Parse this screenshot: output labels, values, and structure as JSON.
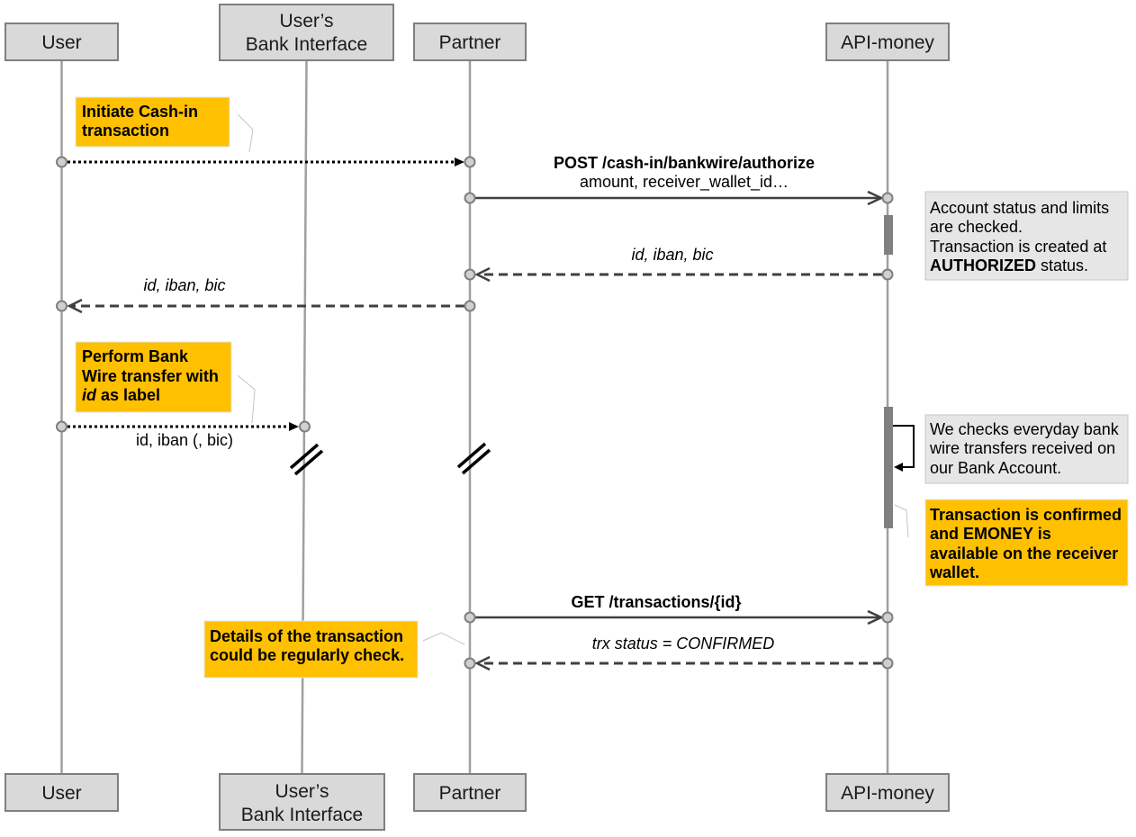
{
  "colors": {
    "participant_box": "#d9d9d9",
    "highlight_note": "#ffc000",
    "info_note": "#e6e6e6",
    "activation_bar": "#808080"
  },
  "participants": {
    "user": "User",
    "bank_interface": [
      "User’s",
      "Bank Interface"
    ],
    "partner": "Partner",
    "api_money": "API-money"
  },
  "messages": {
    "authorize_request": {
      "endpoint": "POST /cash-in/bankwire/authorize",
      "params": "amount, receiver_wallet_id…"
    },
    "authorize_response": "id, iban, bic",
    "details_to_user": "id, iban, bic",
    "bank_wire": "id, iban (, bic)",
    "get_transaction": "GET /transactions/{id}",
    "get_response": "trx status = CONFIRMED"
  },
  "notes": {
    "initiate": [
      "Initiate Cash-in",
      "transaction"
    ],
    "account_check": {
      "lines": [
        "Account status and limits",
        "are checked.",
        "Transaction is created at"
      ],
      "status_value": "AUTHORIZED",
      "status_suffix": " status."
    },
    "perform_wire": {
      "lines": [
        "Perform Bank",
        "Wire transfer with"
      ],
      "label_field": "id",
      "label_suffix": " as label"
    },
    "daily_check": [
      "We checks everyday bank",
      "wire transfers received on",
      "our Bank Account."
    ],
    "confirmed": [
      "Transaction is confirmed",
      "and EMONEY is",
      "available on the receiver",
      "wallet."
    ],
    "details": [
      "Details of the transaction",
      "could be regularly check."
    ]
  }
}
